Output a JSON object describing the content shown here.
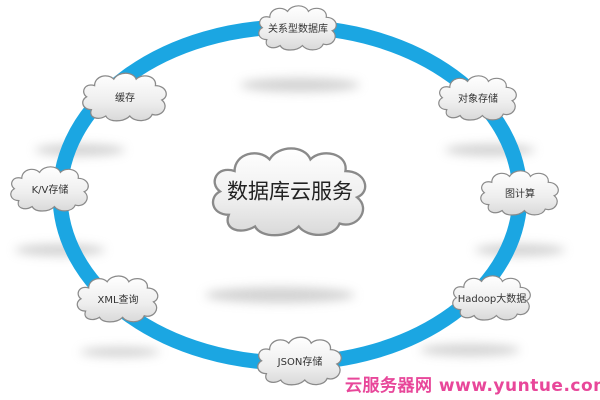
{
  "center": {
    "label": "数据库云服务"
  },
  "nodes": [
    {
      "label": "关系型数据库"
    },
    {
      "label": "对象存储"
    },
    {
      "label": "图计算"
    },
    {
      "label": "Hadoop大数据"
    },
    {
      "label": "JSON存储"
    },
    {
      "label": "XML查询"
    },
    {
      "label": "K/V存储"
    },
    {
      "label": "缓存"
    }
  ],
  "watermark": "云服务器网 www.yuntue.com",
  "colors": {
    "ring": "#1ba6e2",
    "cloud_fill": "#f2f2f2",
    "cloud_stroke": "#8a8a8a",
    "watermark": "#e8479a"
  }
}
